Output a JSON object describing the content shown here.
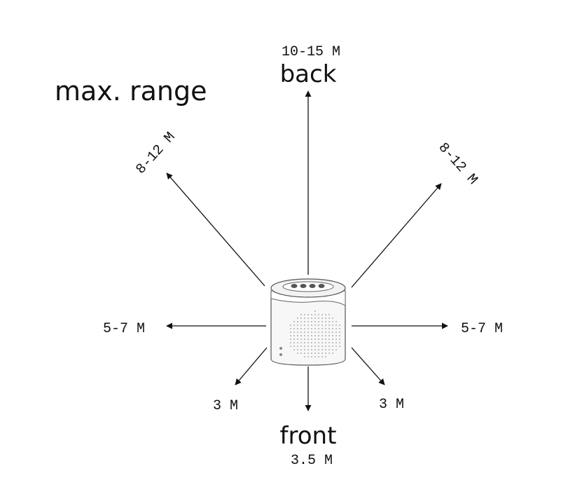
{
  "diagram": {
    "title": "max. range",
    "directions": {
      "back": {
        "label": "back",
        "range": "10-15 M"
      },
      "front": {
        "label": "front",
        "range": "3.5 M"
      },
      "back_left": {
        "range": "8-12 M"
      },
      "back_right": {
        "range": "8-12 M"
      },
      "left": {
        "range": "5-7 M"
      },
      "right": {
        "range": "5-7 M"
      },
      "front_left": {
        "range": "3 M"
      },
      "front_right": {
        "range": "3 M"
      }
    },
    "colors": {
      "ink": "#111111",
      "device_outline": "#555555",
      "device_fill": "#f7f7f7"
    }
  }
}
